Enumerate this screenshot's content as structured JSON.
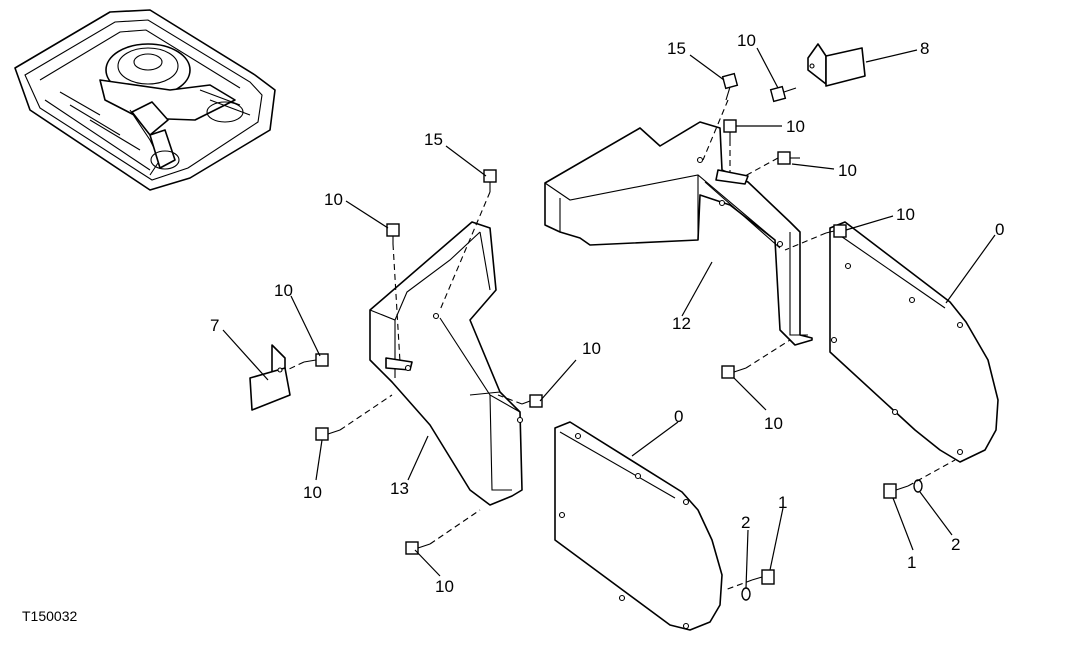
{
  "figure_id": "T150032",
  "callouts": [
    {
      "id": "c15a",
      "text": "15"
    },
    {
      "id": "c10a",
      "text": "10"
    },
    {
      "id": "c8",
      "text": "8"
    },
    {
      "id": "c10b",
      "text": "10"
    },
    {
      "id": "c10c",
      "text": "10"
    },
    {
      "id": "c10d",
      "text": "10"
    },
    {
      "id": "c12",
      "text": "12"
    },
    {
      "id": "c0a",
      "text": "0"
    },
    {
      "id": "c10e",
      "text": "10"
    },
    {
      "id": "c15b",
      "text": "15"
    },
    {
      "id": "c10f",
      "text": "10"
    },
    {
      "id": "c10g",
      "text": "10"
    },
    {
      "id": "c7",
      "text": "7"
    },
    {
      "id": "c10h",
      "text": "10"
    },
    {
      "id": "c10i",
      "text": "10"
    },
    {
      "id": "c13",
      "text": "13"
    },
    {
      "id": "c0b",
      "text": "0"
    },
    {
      "id": "c10j",
      "text": "10"
    },
    {
      "id": "c2a",
      "text": "2"
    },
    {
      "id": "c1a",
      "text": "1"
    },
    {
      "id": "c1b",
      "text": "1"
    },
    {
      "id": "c2b",
      "text": "2"
    }
  ]
}
